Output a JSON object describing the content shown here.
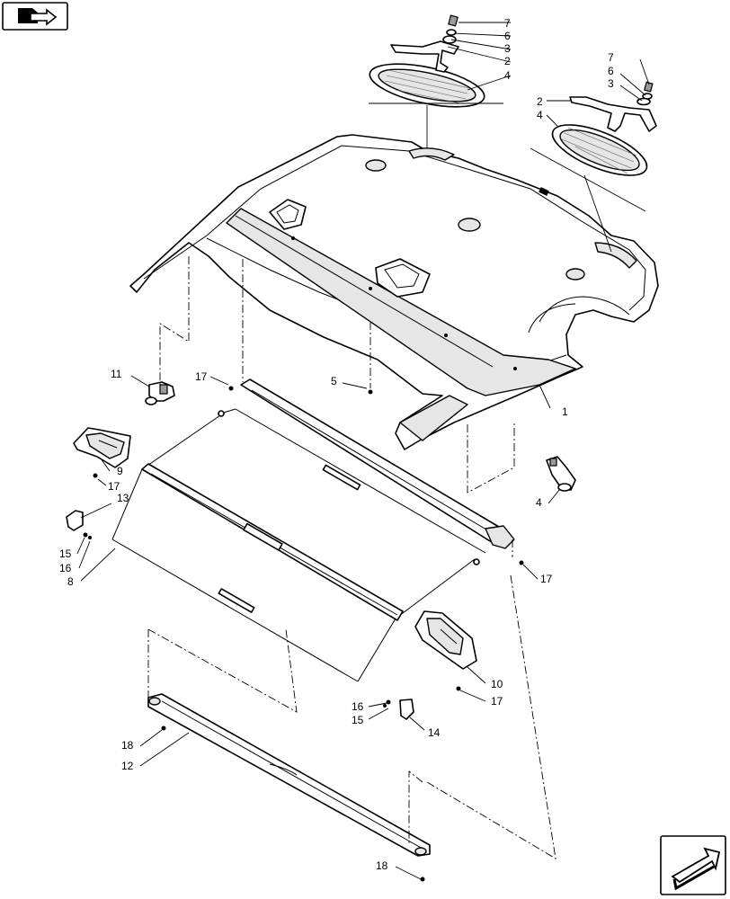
{
  "diagram": {
    "callouts": [
      {
        "id": "c1",
        "text": "1"
      },
      {
        "id": "c2a",
        "text": "2"
      },
      {
        "id": "c2b",
        "text": "2"
      },
      {
        "id": "c3a",
        "text": "3"
      },
      {
        "id": "c3b",
        "text": "3"
      },
      {
        "id": "c4a",
        "text": "4"
      },
      {
        "id": "c4b",
        "text": "4"
      },
      {
        "id": "c4c",
        "text": "4"
      },
      {
        "id": "c5",
        "text": "5"
      },
      {
        "id": "c6a",
        "text": "6"
      },
      {
        "id": "c6b",
        "text": "6"
      },
      {
        "id": "c7a",
        "text": "7"
      },
      {
        "id": "c7b",
        "text": "7"
      },
      {
        "id": "c8",
        "text": "8"
      },
      {
        "id": "c9",
        "text": "9"
      },
      {
        "id": "c10",
        "text": "10"
      },
      {
        "id": "c11",
        "text": "11"
      },
      {
        "id": "c12",
        "text": "12"
      },
      {
        "id": "c13",
        "text": "13"
      },
      {
        "id": "c14",
        "text": "14"
      },
      {
        "id": "c15a",
        "text": "15"
      },
      {
        "id": "c15b",
        "text": "15"
      },
      {
        "id": "c16a",
        "text": "16"
      },
      {
        "id": "c16b",
        "text": "16"
      },
      {
        "id": "c17a",
        "text": "17"
      },
      {
        "id": "c17b",
        "text": "17"
      },
      {
        "id": "c17c",
        "text": "17"
      },
      {
        "id": "c17d",
        "text": "17"
      },
      {
        "id": "c18a",
        "text": "18"
      },
      {
        "id": "c18b",
        "text": "18"
      }
    ],
    "icons": {
      "top_left": "book-arrow-icon",
      "bottom_right": "next-page-arrow-icon"
    }
  }
}
